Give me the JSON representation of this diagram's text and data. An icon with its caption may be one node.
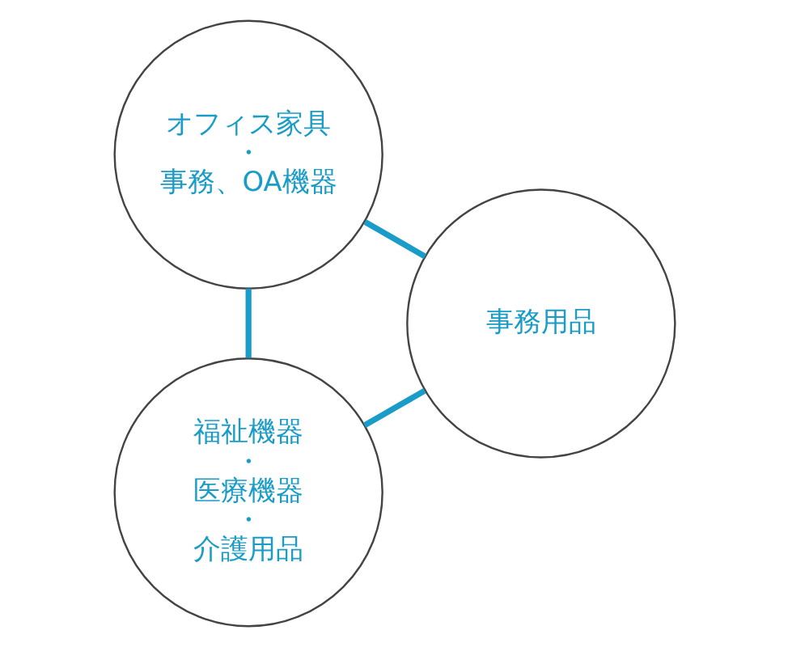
{
  "diagram": {
    "nodes": [
      {
        "text": [
          "福祉機器",
          "・",
          "医療機器",
          "・",
          "介護用品"
        ]
      },
      {
        "text": [
          "オフィス家具",
          "・",
          "事務、OA機器"
        ]
      },
      {
        "text": [
          "事務用品"
        ]
      }
    ],
    "edges": [
      {
        "from": 0,
        "to": 1,
        "arrow": "none"
      },
      {
        "from": 1,
        "to": 2,
        "arrow": "none"
      },
      {
        "from": 2,
        "to": 0,
        "arrow": "none"
      }
    ]
  }
}
